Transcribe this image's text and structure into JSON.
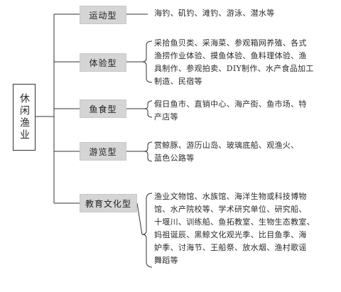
{
  "root": {
    "label": "休闲渔业"
  },
  "categories": [
    {
      "name": "运动型",
      "items": "海钓、矶钓、滩钓、游泳、潜水等"
    },
    {
      "name": "体验型",
      "items": "采拾鱼贝类、采海菜、参观箱网养殖、各式\n渔捞作业体验、摸鱼体验、鱼料理体验、渔\n具制作、参观拍卖、DIY制作、水产食品加工\n制造、民宿等"
    },
    {
      "name": "鱼食型",
      "items": "假日鱼市、直销中心、海产街、鱼市场、特\n产店等"
    },
    {
      "name": "游览型",
      "items": "赏鲸豚、游历山岛、玻璃底船、观渔火、\n蓝色公路等"
    },
    {
      "name": "教育文化型",
      "items": "渔业文物馆、水族馆、海洋生物或科技博物\n馆、水产院校等、学术研究单位、研究船、\n十堰川、训练船、鱼拓教室、生物生态教室、\n妈祖诞辰、黑鲸文化观光季、比目鱼季、海\n妒季、讨海节、王船祭、放水烟、渔村歌谣\n舞蹈等"
    }
  ]
}
